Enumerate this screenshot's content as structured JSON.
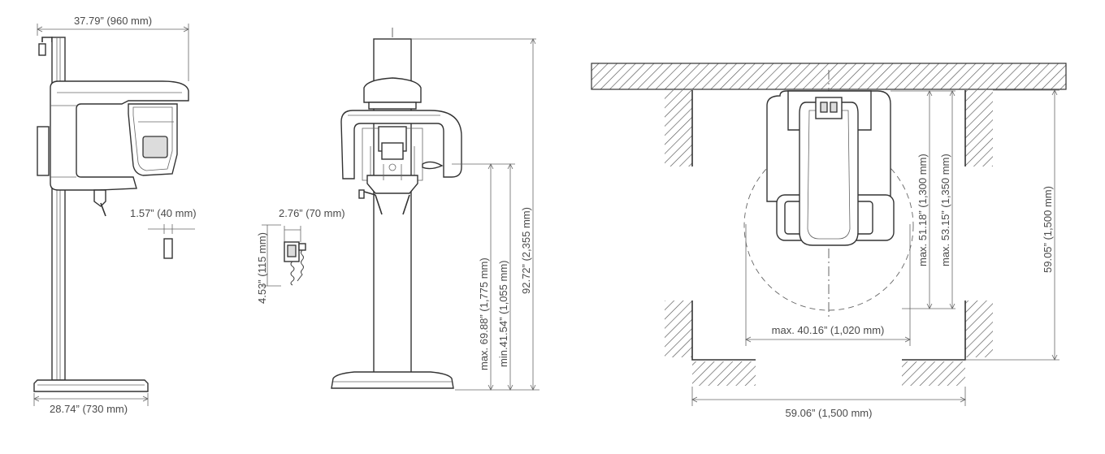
{
  "side_view": {
    "width_label": "37.79” (960 mm)",
    "base_label": "28.74” (730 mm)",
    "bite_label": "1.57” (40 mm)"
  },
  "remote": {
    "width_label": "2.76” (70 mm)",
    "height_label": "4.53” (115 mm)"
  },
  "front_view": {
    "max_label": "max. 69.88” (1,775 mm)",
    "min_label": "min.41.54” (1,055 mm)",
    "total_label": "92.72” (2,355 mm)"
  },
  "top_view": {
    "swing_label": "max. 40.16” (1,020 mm)",
    "depth_1300_label": "max. 51.18” (1,300 mm)",
    "depth_1350_label": "max. 53.15” (1,350 mm)",
    "room_depth_label": "59.05” (1,500 mm)",
    "room_width_label": "59.06” (1,500 mm)"
  }
}
